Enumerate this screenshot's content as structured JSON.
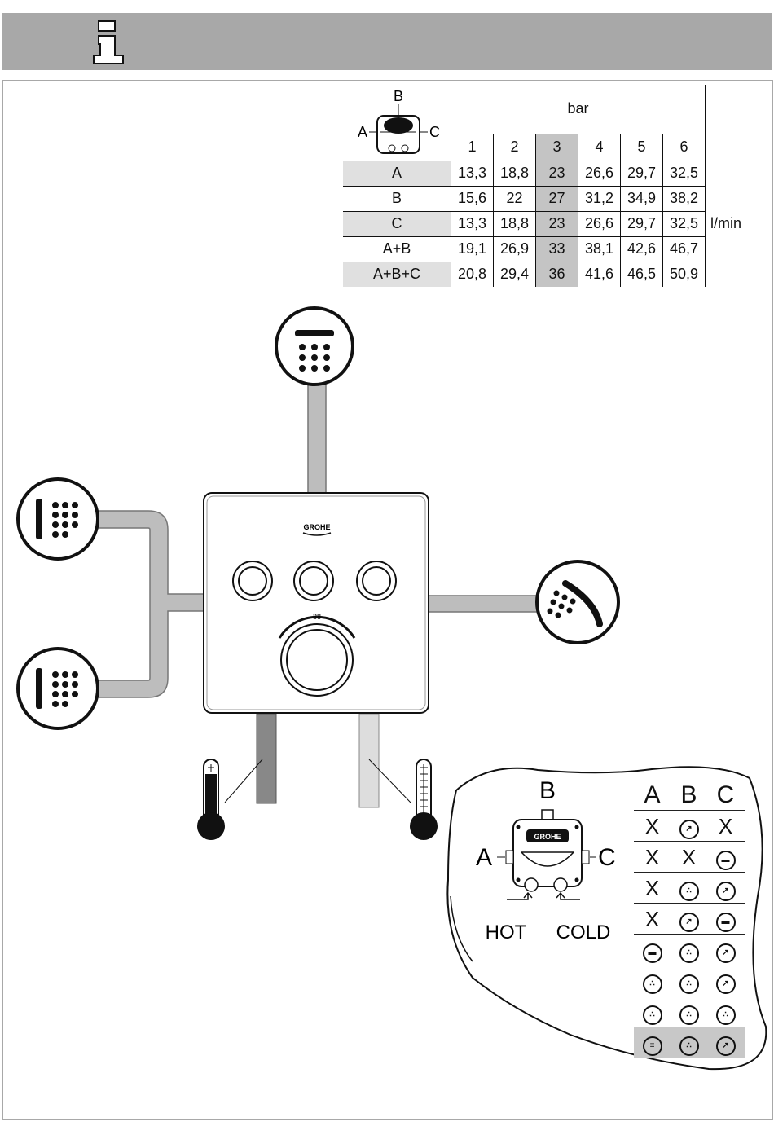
{
  "header": {
    "info_glyph": "i",
    "icon": "info-icon"
  },
  "flow_table": {
    "pressure_label": "bar",
    "pressures": [
      "1",
      "2",
      "3",
      "4",
      "5",
      "6"
    ],
    "highlight_pressure": "3",
    "unit": "l/min",
    "diagram_labels": {
      "a": "A",
      "b": "B",
      "c": "C"
    },
    "rows": [
      {
        "label": "A",
        "values": [
          "13,3",
          "18,8",
          "23",
          "26,6",
          "29,7",
          "32,5"
        ]
      },
      {
        "label": "B",
        "values": [
          "15,6",
          "22",
          "27",
          "31,2",
          "34,9",
          "38,2"
        ]
      },
      {
        "label": "C",
        "values": [
          "13,3",
          "18,8",
          "23",
          "26,6",
          "29,7",
          "32,5"
        ]
      },
      {
        "label": "A+B",
        "values": [
          "19,1",
          "26,9",
          "33",
          "38,1",
          "42,6",
          "46,7"
        ]
      },
      {
        "label": "A+B+C",
        "values": [
          "20,8",
          "29,4",
          "36",
          "41,6",
          "46,5",
          "50,9"
        ]
      }
    ]
  },
  "mixer": {
    "brand": "GROHE",
    "temp_mark": "38",
    "outlets": [
      "overhead-shower-icon",
      "hand-shower-icon",
      "body-jet-icon",
      "body-jet-icon"
    ],
    "hot_thermometer": "hot-thermometer-icon",
    "cold_thermometer": "cold-thermometer-icon"
  },
  "configurations": {
    "valve_labels": {
      "a": "A",
      "b": "B",
      "c": "C"
    },
    "brand": "GROHE",
    "hot_label": "HOT",
    "cold_label": "COLD",
    "headers": [
      "A",
      "B",
      "C"
    ],
    "rows": [
      [
        "X",
        "hand-shower",
        "X"
      ],
      [
        "X",
        "X",
        "bathtub"
      ],
      [
        "X",
        "overhead-shower",
        "hand-shower"
      ],
      [
        "X",
        "hand-shower",
        "bathtub"
      ],
      [
        "bathtub",
        "overhead-shower",
        "hand-shower"
      ],
      [
        "overhead-shower",
        "overhead-shower",
        "hand-shower"
      ],
      [
        "overhead-shower",
        "overhead-shower",
        "overhead-shower"
      ],
      [
        "body-jet",
        "overhead-shower",
        "hand-shower"
      ]
    ],
    "highlight_row": 7
  }
}
